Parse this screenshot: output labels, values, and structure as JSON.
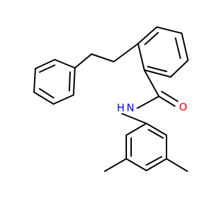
{
  "molecule": {
    "atoms": {
      "oxygen": {
        "label": "O",
        "color": "#ff0000"
      },
      "nitrogen": {
        "label": "N",
        "color": "#0000ff"
      },
      "hydrogen": {
        "label": "H",
        "color": "#0000ff"
      }
    },
    "bond_color": "#000000",
    "background": "#ffffff"
  }
}
